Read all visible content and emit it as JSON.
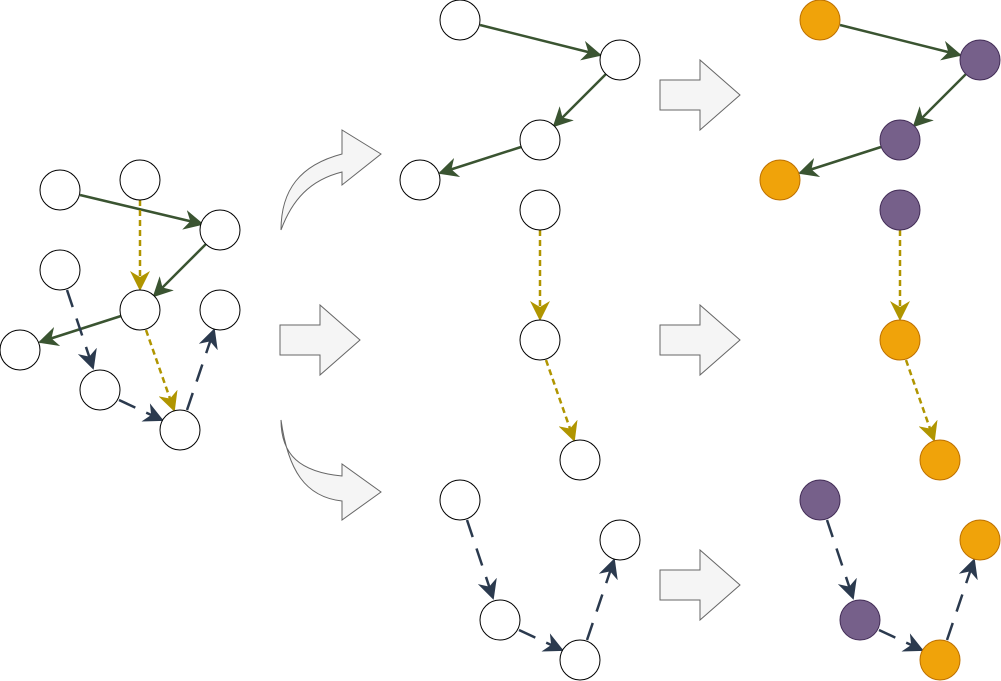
{
  "colors": {
    "background": "#ffffff",
    "node_default_fill": "#ffffff",
    "node_stroke": "#000000",
    "node_endpoint_fill": "#f0a30a",
    "node_endpoint_stroke": "#bd7000",
    "node_internal_fill": "#76608a",
    "node_internal_stroke": "#432d57",
    "path_green": "#3a5431",
    "path_yellow": "#b09500",
    "path_navy": "#2b3a4e",
    "arrow_fill": "#f5f5f5",
    "arrow_stroke": "#666666"
  },
  "paths": [
    {
      "id": "green",
      "style": "solid",
      "color_key": "path_green"
    },
    {
      "id": "yellow",
      "style": "dashed",
      "color_key": "path_yellow"
    },
    {
      "id": "navy",
      "style": "long-dashed",
      "color_key": "path_navy"
    }
  ],
  "arrows": [
    {
      "id": "split-up",
      "shape": "curved"
    },
    {
      "id": "split-mid",
      "shape": "block"
    },
    {
      "id": "split-down",
      "shape": "curved"
    },
    {
      "id": "classify-green",
      "shape": "block"
    },
    {
      "id": "classify-yellow",
      "shape": "block"
    },
    {
      "id": "classify-navy",
      "shape": "block"
    }
  ],
  "legend_roles": {
    "endpoint": "node_endpoint_fill",
    "internal": "node_internal_fill"
  }
}
